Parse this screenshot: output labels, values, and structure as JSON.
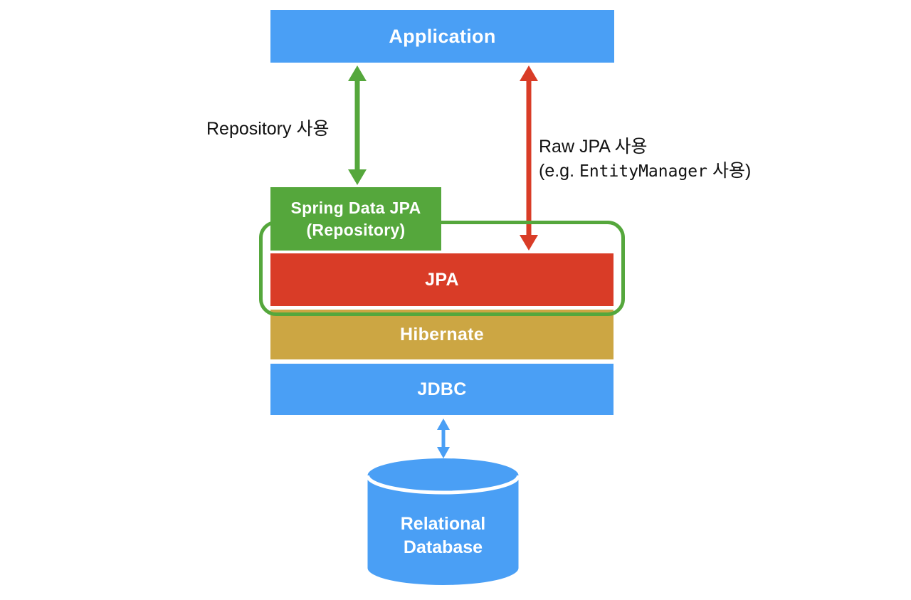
{
  "diagram": {
    "title": "Spring Data JPA architecture diagram",
    "colors": {
      "blue": "#4A9FF5",
      "green": "#55A73C",
      "red": "#D93C27",
      "gold": "#CCA643",
      "white": "#FFFFFF",
      "text": "#111111"
    },
    "boxes": {
      "application": {
        "label": "Application"
      },
      "spring_data_jpa": {
        "label_line1": "Spring Data JPA",
        "label_line2": "(Repository)"
      },
      "jpa": {
        "label": "JPA"
      },
      "hibernate": {
        "label": "Hibernate"
      },
      "jdbc": {
        "label": "JDBC"
      }
    },
    "database": {
      "label_line1": "Relational",
      "label_line2": "Database"
    },
    "arrows": {
      "repository": {
        "label": "Repository 사용"
      },
      "raw_jpa": {
        "label_line1": "Raw JPA 사용",
        "label_line2_prefix": "(e.g. ",
        "label_line2_code": "EntityManager",
        "label_line2_suffix": " 사용)"
      },
      "jdbc_to_db": {
        "label": ""
      }
    }
  }
}
